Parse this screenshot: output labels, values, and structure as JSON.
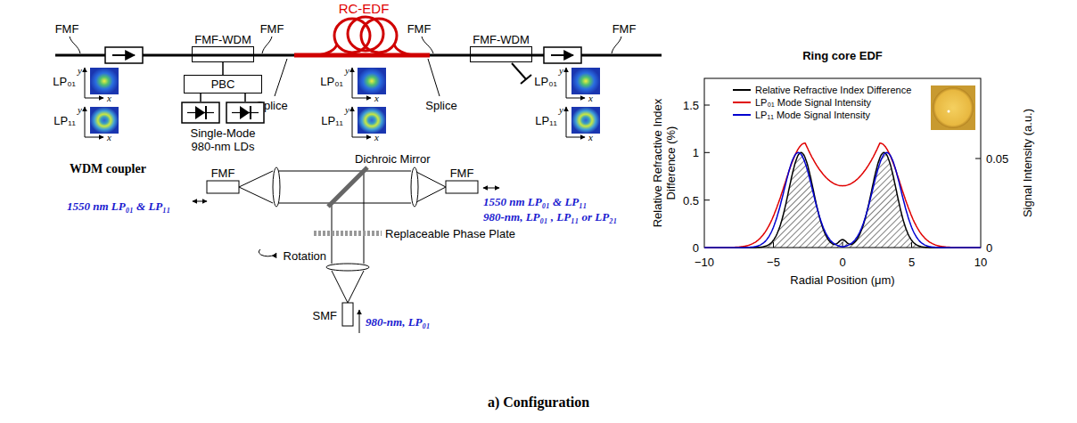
{
  "diagram": {
    "caption": "a) Configuration",
    "nodes": [
      {
        "text": [
          "FMF-WDM"
        ]
      },
      {
        "text": [
          "PBC"
        ]
      },
      {
        "text": [
          "Single-Mode 980-nm LDs"
        ]
      },
      {
        "text": [
          "FMF-WDM"
        ]
      }
    ],
    "edges": [
      {
        "from": 0,
        "to": 1,
        "arrow": "none"
      },
      {
        "from": 1,
        "to": 2,
        "arrow": "none"
      }
    ],
    "labels": [
      "RC-EDF",
      "FMF",
      "FMF",
      "FMF",
      "FMF",
      "LP₀₁",
      "y",
      "x",
      "LP₁₁",
      "y",
      "x",
      "LP₀₁",
      "y",
      "x",
      "LP₁₁",
      "y",
      "x",
      "LP₀₁",
      "y",
      "x",
      "LP₁₁",
      "y",
      "x",
      "Splice",
      "Splice",
      "WDM coupler",
      "Dichroic Mirror",
      "FMF",
      "FMF",
      "1550 nm LP₀₁ & LP₁₁",
      "1550 nm LP₀₁ & LP₁₁",
      "980-nm, LP₀₁ , LP₁₁ or LP₂₁",
      "Replaceable Phase Plate",
      "Rotation",
      "SMF",
      "980-nm, LP₀₁",
      "Ring core EDF",
      "Relative Refractive Index Difference (%)",
      "Signal Intensity (a.u.)",
      "Radial Position (μm)",
      "1.5",
      "1",
      "0.5",
      "0",
      "0.05",
      "0",
      "−10",
      "−5",
      "0",
      "5",
      "10"
    ],
    "legend": [
      {
        "text": "Relative Refractive Index Difference"
      },
      {
        "text": "LP₀₁ Mode Signal Intensity"
      },
      {
        "text": "LP₁₁ Mode Signal Intensity"
      }
    ]
  }
}
